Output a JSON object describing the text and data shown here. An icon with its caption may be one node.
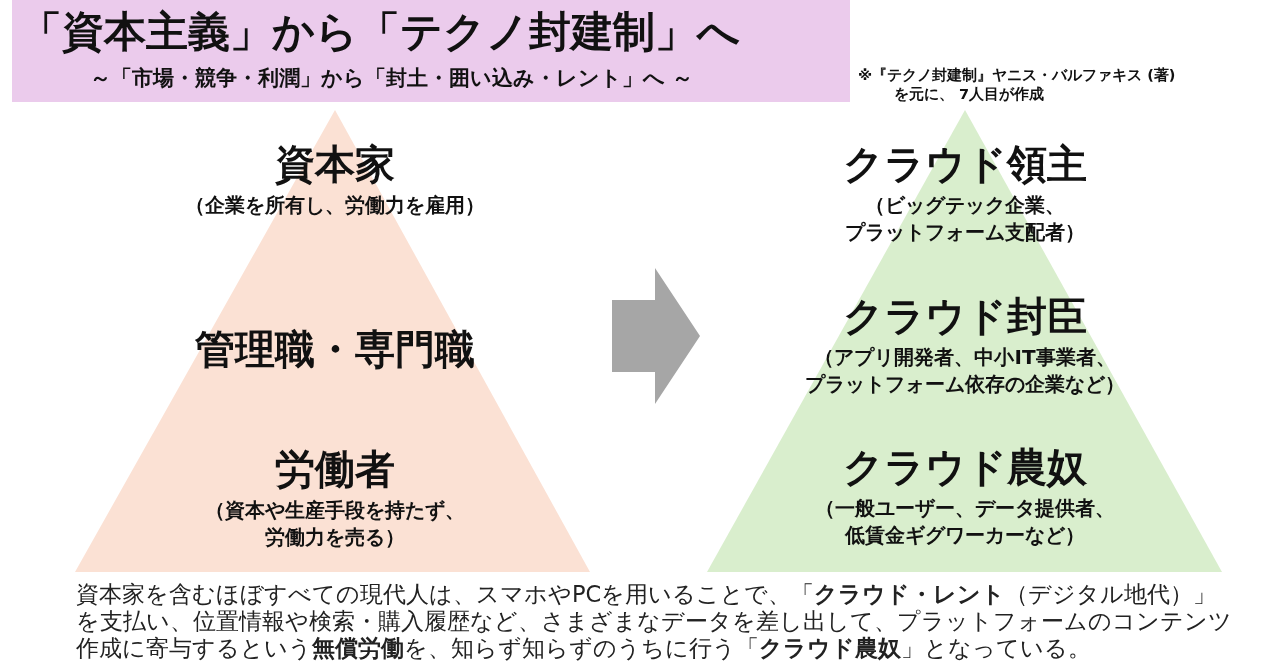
{
  "diagram": {
    "title": "「資本主義」から「テクノ封建制」へ",
    "caption": "資本家を含むほぼすべての現代人は、スマホやPCを用いることで、「**クラウド・レント**（デジタル地代）」を支払い、位置情報や検索・購入履歴など、さまざまなデータを差し出して、プラットフォームのコンテンツ作成に寄与するという**無償労働**を、知らず知らずのうちに行う「**クラウド農奴**」となっている。",
    "nodes": [
      {
        "text": [],
        "shape": "triangle"
      },
      {
        "text": [
          "資本家",
          "（企業を所有し、労働力を雇用）"
        ],
        "in": 0
      },
      {
        "text": [
          "管理職・専門職"
        ],
        "in": 0
      },
      {
        "text": [
          "労働者",
          "（資本や生産手段を持たず、労働力を売る）"
        ],
        "in": 0
      },
      {
        "text": [],
        "shape": "triangle"
      },
      {
        "text": [
          "クラウド領主",
          "（ビッグテック企業、プラットフォーム支配者）"
        ],
        "in": 4
      },
      {
        "text": [
          "クラウド封臣",
          "（アプリ開発者、中小IT事業者、プラットフォーム依存の企業など）"
        ],
        "in": 4
      },
      {
        "text": [
          "クラウド農奴",
          "（一般ユーザー、データ提供者、低賃金ギグワーカーなど）"
        ],
        "in": 4
      }
    ],
    "edges": [
      {
        "from": 0,
        "to": 4,
        "arrow": "to",
        "style": "thick",
        "color": "#a6a6a6"
      }
    ],
    "labels": [
      "～「市場・競争・利潤」から「封土・囲い込み・レント」へ ～",
      "※『テクノ封建制』ヤニス・バルファキス (著) を元に、 7人目が作成"
    ]
  }
}
